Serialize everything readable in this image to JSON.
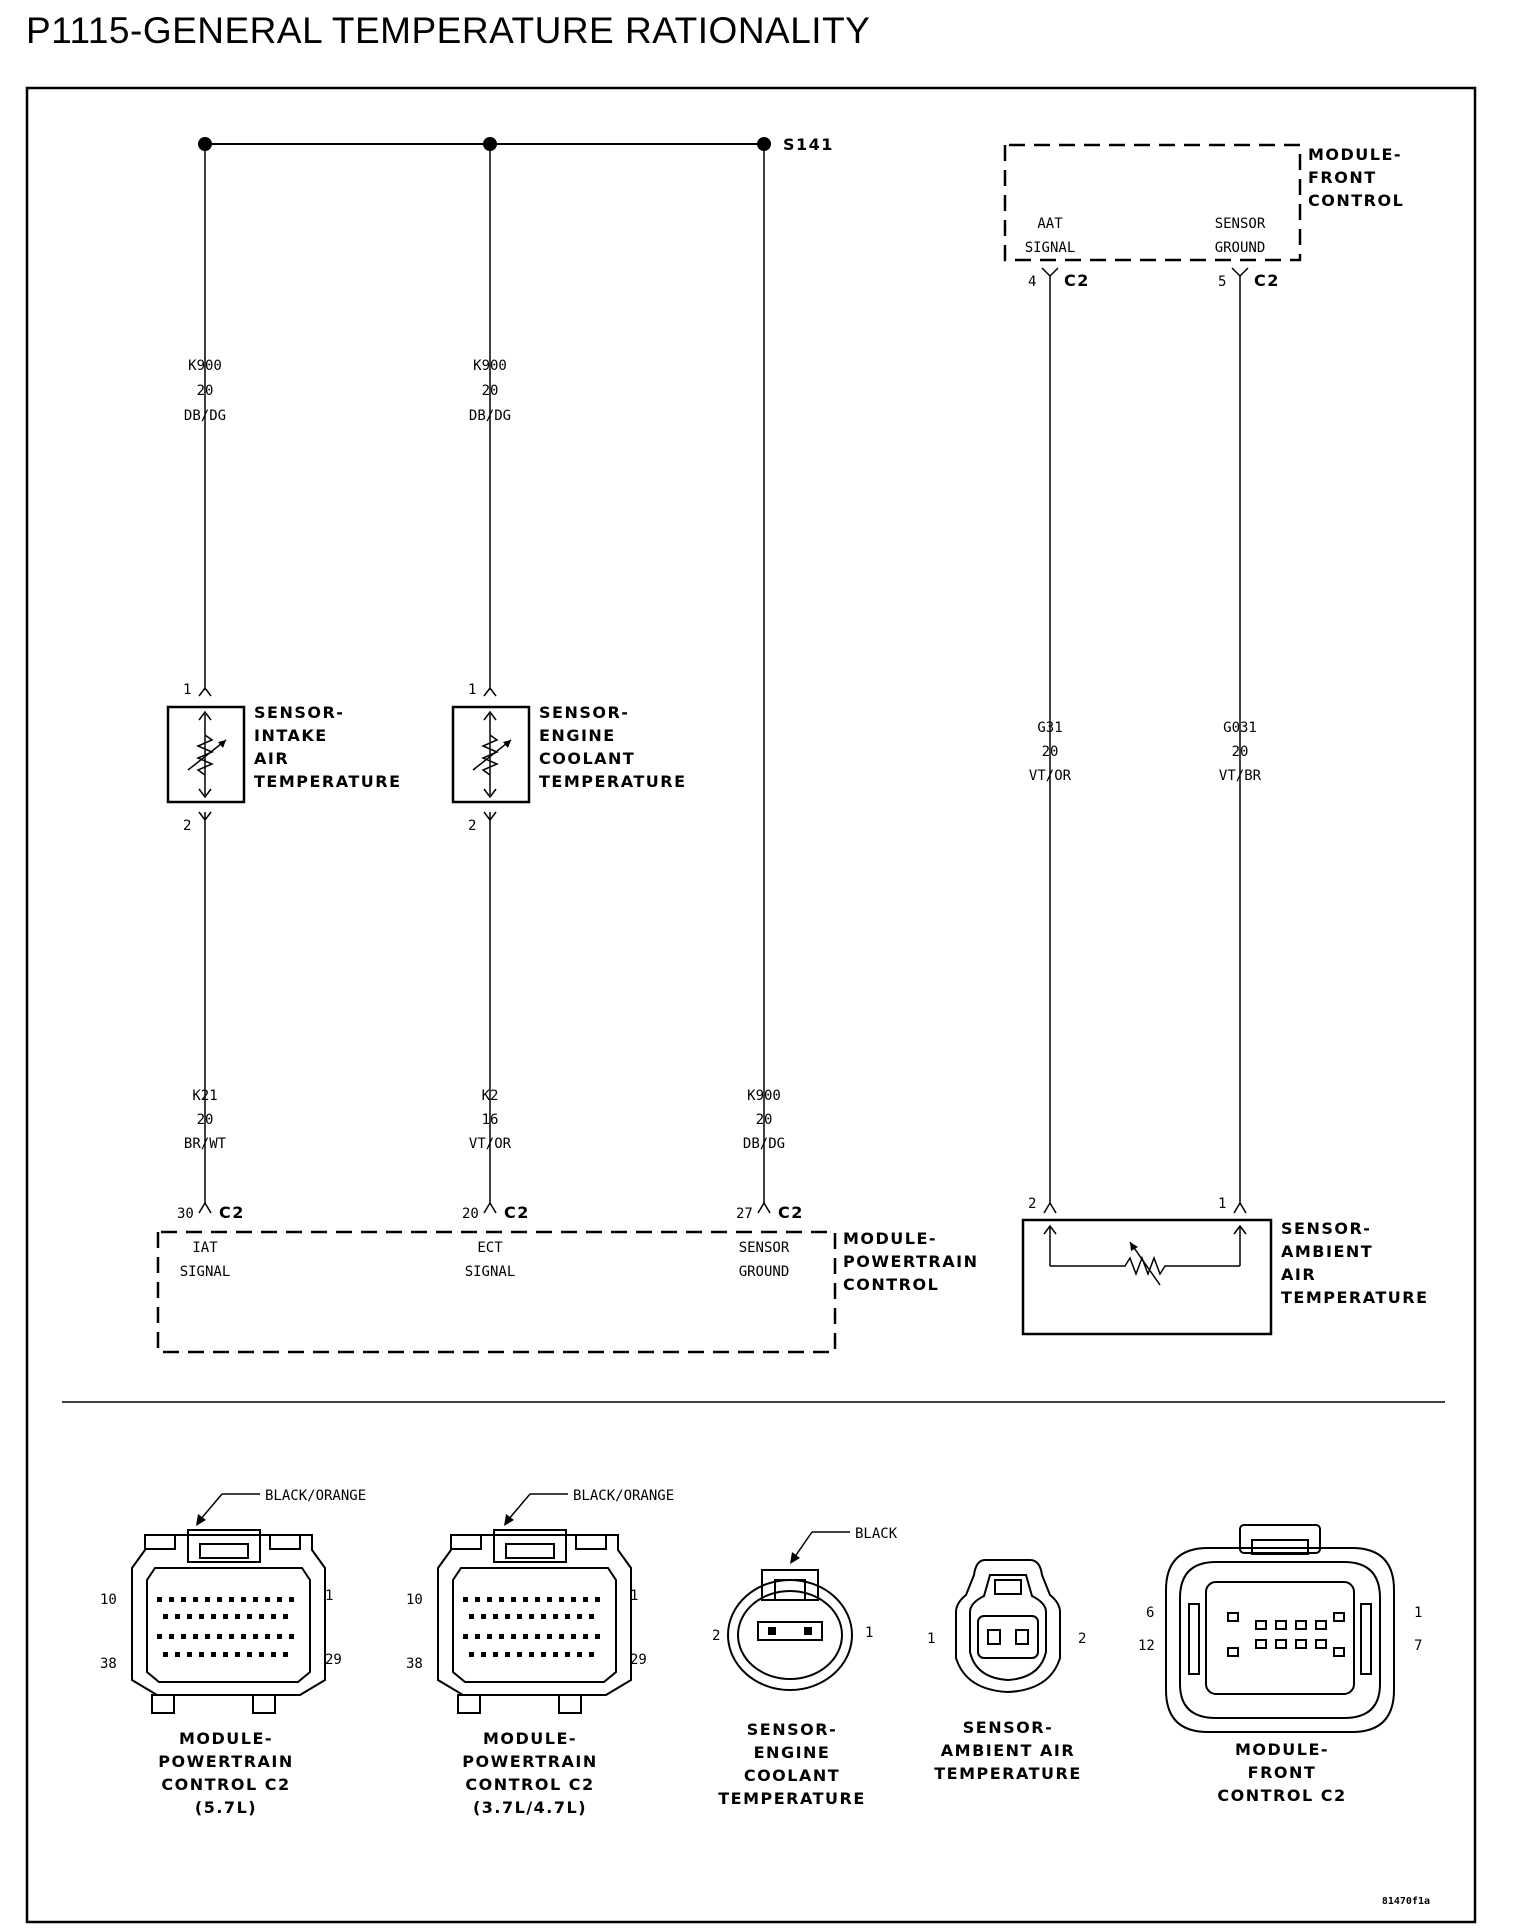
{
  "title": "P1115-GENERAL TEMPERATURE RATIONALITY",
  "splice": "S141",
  "wires": {
    "top_left": {
      "circuit": "K900",
      "gauge": "20",
      "color": "DB/DG"
    },
    "top_mid": {
      "circuit": "K900",
      "gauge": "20",
      "color": "DB/DG"
    },
    "bot_left": {
      "circuit": "K21",
      "gauge": "20",
      "color": "BR/WT"
    },
    "bot_mid": {
      "circuit": "K2",
      "gauge": "16",
      "color": "VT/OR"
    },
    "bot_right": {
      "circuit": "K900",
      "gauge": "20",
      "color": "DB/DG"
    },
    "fcm_left": {
      "circuit": "G31",
      "gauge": "20",
      "color": "VT/OR"
    },
    "fcm_right": {
      "circuit": "G031",
      "gauge": "20",
      "color": "VT/BR"
    }
  },
  "sensors": {
    "iat": {
      "pin_top": "1",
      "pin_bottom": "2",
      "line1": "SENSOR-",
      "line2": "INTAKE",
      "line3": "AIR",
      "line4": "TEMPERATURE"
    },
    "ect": {
      "pin_top": "1",
      "pin_bottom": "2",
      "line1": "SENSOR-",
      "line2": "ENGINE",
      "line3": "COOLANT",
      "line4": "TEMPERATURE"
    },
    "aat": {
      "pin_left": "2",
      "pin_right": "1",
      "line1": "SENSOR-",
      "line2": "AMBIENT",
      "line3": "AIR",
      "line4": "TEMPERATURE"
    }
  },
  "pcm": {
    "line1": "MODULE-",
    "line2": "POWERTRAIN",
    "line3": "CONTROL",
    "pins": [
      {
        "num": "30",
        "conn": "C2",
        "label1": "IAT",
        "label2": "SIGNAL"
      },
      {
        "num": "20",
        "conn": "C2",
        "label1": "ECT",
        "label2": "SIGNAL"
      },
      {
        "num": "27",
        "conn": "C2",
        "label1": "SENSOR",
        "label2": "GROUND"
      }
    ]
  },
  "fcm": {
    "line1": "MODULE-",
    "line2": "FRONT",
    "line3": "CONTROL",
    "pins": [
      {
        "num": "4",
        "conn": "C2",
        "label1": "AAT",
        "label2": "SIGNAL"
      },
      {
        "num": "5",
        "conn": "C2",
        "label1": "SENSOR",
        "label2": "GROUND"
      }
    ]
  },
  "connectors": [
    {
      "callout": "BLACK/ORANGE",
      "pin_tl": "10",
      "pin_tr": "1",
      "pin_bl": "38",
      "pin_br": "29",
      "cap1": "MODULE-",
      "cap2": "POWERTRAIN",
      "cap3": "CONTROL C2",
      "cap4": "(5.7L)"
    },
    {
      "callout": "BLACK/ORANGE",
      "pin_tl": "10",
      "pin_tr": "1",
      "pin_bl": "38",
      "pin_br": "29",
      "cap1": "MODULE-",
      "cap2": "POWERTRAIN",
      "cap3": "CONTROL C2",
      "cap4": "(3.7L/4.7L)"
    },
    {
      "callout": "BLACK",
      "pin_l": "2",
      "pin_r": "1",
      "cap1": "SENSOR-",
      "cap2": "ENGINE",
      "cap3": "COOLANT",
      "cap4": "TEMPERATURE"
    },
    {
      "pin_l": "1",
      "pin_r": "2",
      "cap1": "SENSOR-",
      "cap2": "AMBIENT AIR",
      "cap3": "TEMPERATURE"
    },
    {
      "pin_tl": "6",
      "pin_tr": "1",
      "pin_bl": "12",
      "pin_br": "7",
      "cap1": "MODULE-",
      "cap2": "FRONT",
      "cap3": "CONTROL C2"
    }
  ],
  "figure_id": "81470f1a"
}
